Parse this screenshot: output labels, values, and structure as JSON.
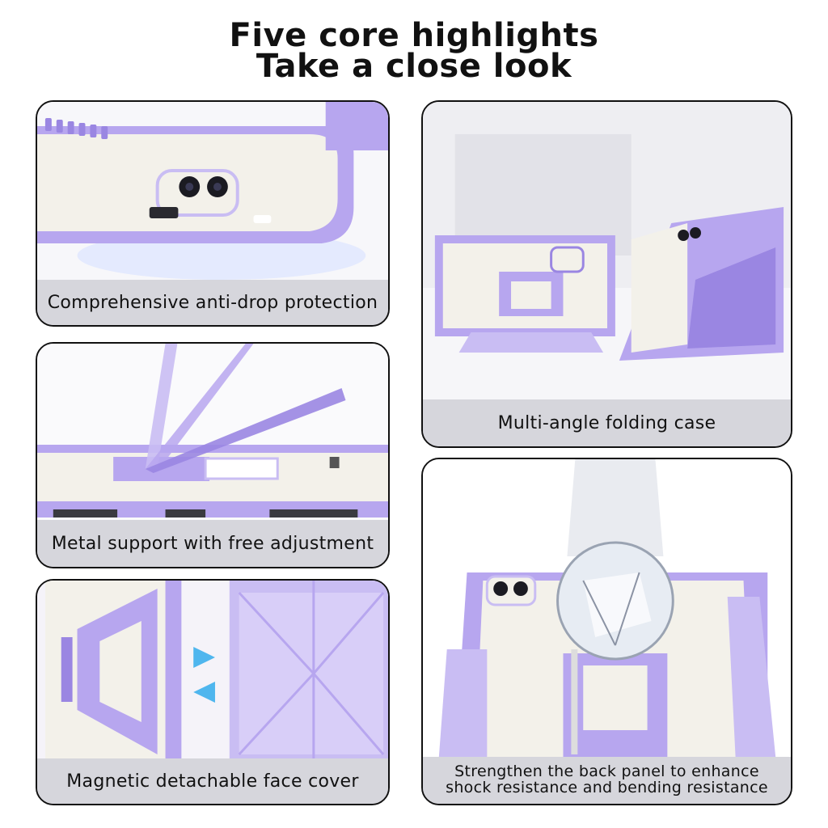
{
  "header": {
    "line1": "Five core highlights",
    "line2": "Take a close look"
  },
  "cards": {
    "anti_drop": {
      "caption": "Comprehensive anti-drop protection"
    },
    "folding": {
      "caption": "Multi-angle folding case"
    },
    "metal_support": {
      "caption": "Metal support with free adjustment"
    },
    "back_panel": {
      "caption_line1": "Strengthen the back panel to enhance",
      "caption_line2": "shock resistance and bending resistance"
    },
    "magnetic": {
      "caption": "Magnetic detachable face cover"
    }
  },
  "colors": {
    "lavender": "#b7a6ef",
    "lavender_dark": "#9a86e2",
    "cream": "#f3f1ea",
    "caption_bg": "#d6d6dc"
  }
}
